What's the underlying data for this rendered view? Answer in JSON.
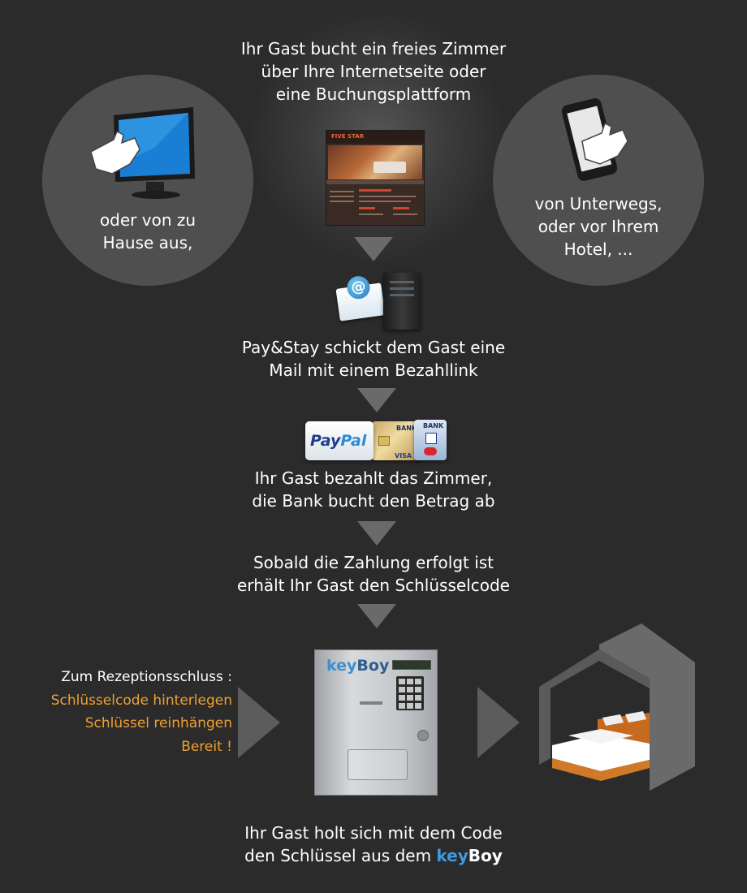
{
  "steps": {
    "booking_line1": "Ihr Gast bucht ein freies Zimmer",
    "booking_line2": "über Ihre Internetseite oder",
    "booking_line3": "eine Buchungsplattform",
    "mail_line1": "Pay&Stay schickt dem Gast eine",
    "mail_line2": "Mail mit einem Bezahllink",
    "pay_line1": "Ihr Gast bezahlt das Zimmer,",
    "pay_line2": "die Bank bucht den Betrag ab",
    "code_line1": "Sobald die Zahlung erfolgt ist",
    "code_line2": "erhält Ihr Gast den Schlüsselcode",
    "final_line1": "Ihr Gast holt sich mit dem Code",
    "final_line2": "den Schlüssel aus dem"
  },
  "left_circle": {
    "line1": "oder von zu",
    "line2": "Hause aus,"
  },
  "right_circle": {
    "line1": "von Unterwegs,",
    "line2": "oder vor Ihrem",
    "line3": "Hotel, ..."
  },
  "reception_note": {
    "heading": "Zum Rezeptionsschluss :",
    "item1": "Schlüsselcode hinterlegen",
    "item2": "Schlüssel reinhängen",
    "item3": "Bereit !"
  },
  "brand": {
    "key": "key",
    "boy": "Boy"
  },
  "website_thumbnail": {
    "logo": "FIVE STAR"
  },
  "payment": {
    "paypal_pay": "Pay",
    "paypal_pal": "Pal",
    "bank1": "BANK",
    "bank2": "BANK",
    "visa": "VISA"
  },
  "colors": {
    "background": "#2b2b2b",
    "accent_orange": "#f0a030",
    "brand_blue": "#3f9ae0"
  },
  "icons": [
    "monitor-touch-icon",
    "smartphone-touch-icon",
    "email-icon",
    "server-icon",
    "hotel-room-icon"
  ]
}
